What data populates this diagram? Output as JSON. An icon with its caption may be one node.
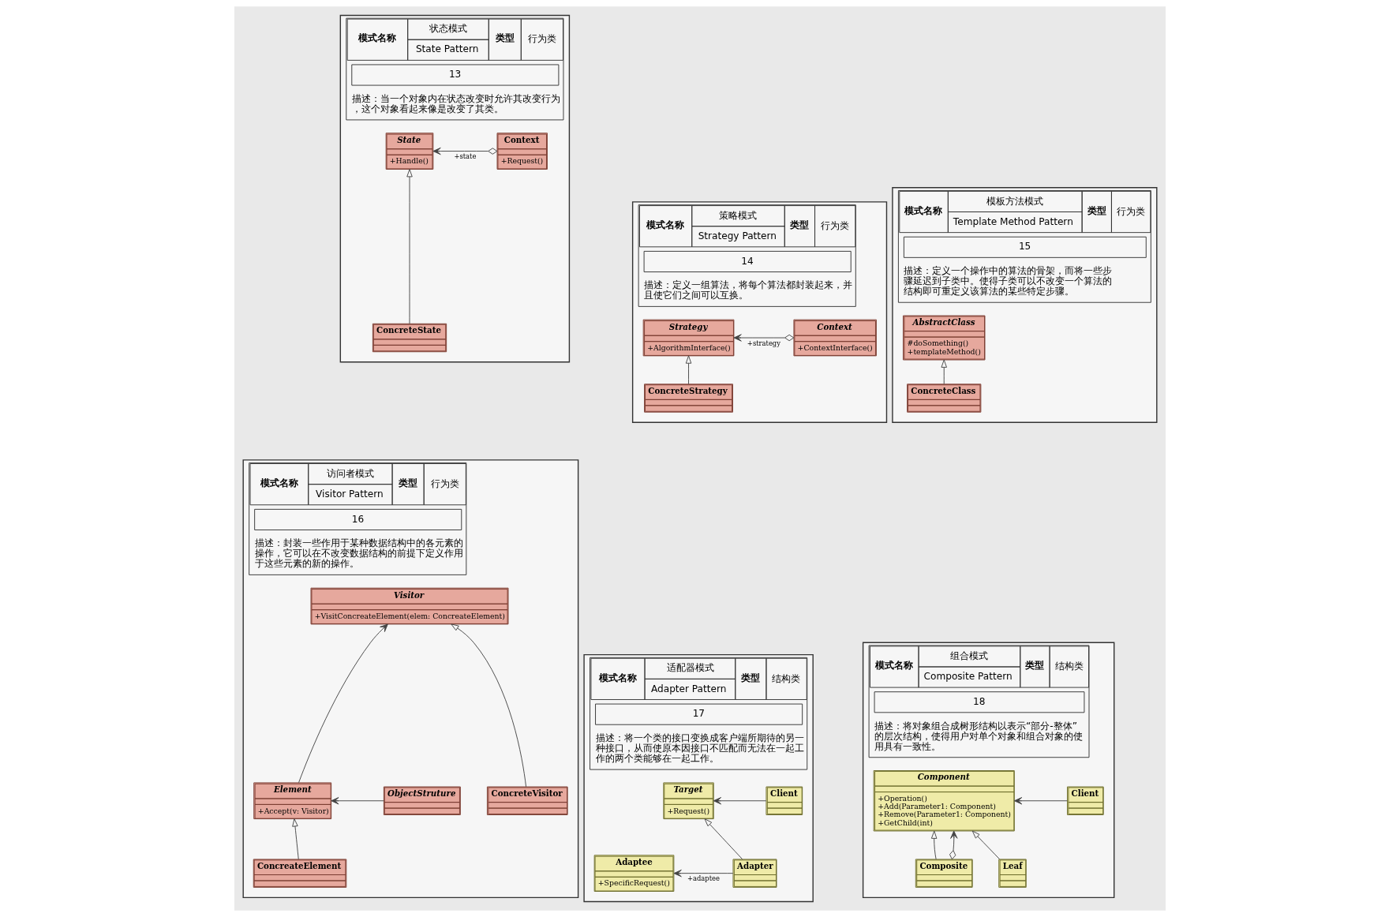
{
  "diagram": {
    "nodes": [
      {
        "text": [
          "模式名称",
          "状态模式",
          "State Pattern",
          "类型",
          "行为类",
          "13",
          "描述：当一个对象内在状态改变时允许其改变行为，这个对象看起来像是改变了其类。"
        ]
      },
      {
        "text": [
          "Context",
          "+Request()"
        ],
        "in": 0
      },
      {
        "text": [
          "State",
          "+Handle()"
        ],
        "in": 0
      },
      {
        "text": [
          "ConcreteState"
        ],
        "in": 0
      },
      {
        "text": [
          "模式名称",
          "策略模式",
          "Strategy Pattern",
          "类型",
          "行为类",
          "14",
          "描述：定义一组算法，将每个算法都封装起来，并且使它们之间可以互换。"
        ]
      },
      {
        "text": [
          "Context",
          "+ContextInterface()"
        ],
        "in": 4
      },
      {
        "text": [
          "Strategy",
          "+AlgorithmInterface()"
        ],
        "in": 4
      },
      {
        "text": [
          "ConcreteStrategy"
        ],
        "in": 4
      },
      {
        "text": [
          "模式名称",
          "模板方法模式",
          "Template Method Pattern",
          "类型",
          "行为类",
          "15",
          "描述：定义一个操作中的算法的骨架，而将一些步骤延迟到子类中。使得子类可以不改变一个算法的结构即可重定义该算法的某些特定步骤。"
        ]
      },
      {
        "text": [
          "AbstractClass",
          "#doSomething()",
          "+templateMethod()"
        ],
        "in": 8
      },
      {
        "text": [
          "ConcreteClass"
        ],
        "in": 8
      },
      {
        "text": [
          "模式名称",
          "访问者模式",
          "Visitor Pattern",
          "类型",
          "行为类",
          "16",
          "描述：封装一些作用于某种数据结构中的各元素的操作，它可以在不改变数据结构的前提下定义作用于这些元素的新的操作。"
        ]
      },
      {
        "text": [
          "Visitor",
          "+VisitConcreateElement(elem: ConcreateElement)"
        ],
        "in": 11
      },
      {
        "text": [
          "ConcreteVisitor"
        ],
        "in": 11
      },
      {
        "text": [
          "ObjectStruture"
        ],
        "in": 11
      },
      {
        "text": [
          "Element",
          "+Accept(v: Visitor)"
        ],
        "in": 11
      },
      {
        "text": [
          "ConcreateElement"
        ],
        "in": 11
      },
      {
        "text": [
          "模式名称",
          "适配器模式",
          "Adapter Pattern",
          "类型",
          "结构类",
          "17",
          "描述：将一个类的接口变换成客户端所期待的另一种接口，从而使原本因接口不匹配而无法在一起工作的两个类能够在一起工作。"
        ]
      },
      {
        "text": [
          "Client"
        ],
        "in": 17
      },
      {
        "text": [
          "Target",
          "+Request()"
        ],
        "in": 17
      },
      {
        "text": [
          "Adapter"
        ],
        "in": 17
      },
      {
        "text": [
          "Adaptee",
          "+SpecificRequest()"
        ],
        "in": 17
      },
      {
        "text": [
          "模式名称",
          "组合模式",
          "Composite Pattern",
          "类型",
          "结构类",
          "18",
          "描述：将对象组合成树形结构以表示“部分-整体”的层次结构，使得用户对单个对象和组合对象的使用具有一致性。"
        ]
      },
      {
        "text": [
          "Client"
        ],
        "in": 22
      },
      {
        "text": [
          "Component",
          "+Operation()",
          "+Add(Parameter1: Component)",
          "+Remove(Parameter1: Component)",
          "+GetChild(int)"
        ],
        "in": 22
      },
      {
        "text": [
          "Leaf"
        ],
        "in": 22
      },
      {
        "text": [
          "Composite"
        ],
        "in": 22
      }
    ],
    "edges": [
      {
        "from": 1,
        "to": 2,
        "arrow": "to",
        "label": "+state"
      },
      {
        "from": 3,
        "to": 2,
        "arrow": "to"
      },
      {
        "from": 5,
        "to": 6,
        "arrow": "to",
        "label": "+strategy"
      },
      {
        "from": 7,
        "to": 6,
        "arrow": "to"
      },
      {
        "from": 10,
        "to": 9,
        "arrow": "to"
      },
      {
        "from": 13,
        "to": 12,
        "arrow": "to"
      },
      {
        "from": 14,
        "to": 15,
        "arrow": "to"
      },
      {
        "from": 15,
        "to": 12,
        "arrow": "to"
      },
      {
        "from": 16,
        "to": 15,
        "arrow": "to"
      },
      {
        "from": 18,
        "to": 19,
        "arrow": "to"
      },
      {
        "from": 20,
        "to": 19,
        "arrow": "to"
      },
      {
        "from": 20,
        "to": 21,
        "arrow": "to",
        "label": "+adaptee"
      },
      {
        "from": 23,
        "to": 24,
        "arrow": "to"
      },
      {
        "from": 25,
        "to": 24,
        "arrow": "to"
      },
      {
        "from": 26,
        "to": 24,
        "arrow": "to"
      },
      {
        "from": 26,
        "to": 24,
        "arrow": "to"
      }
    ]
  }
}
